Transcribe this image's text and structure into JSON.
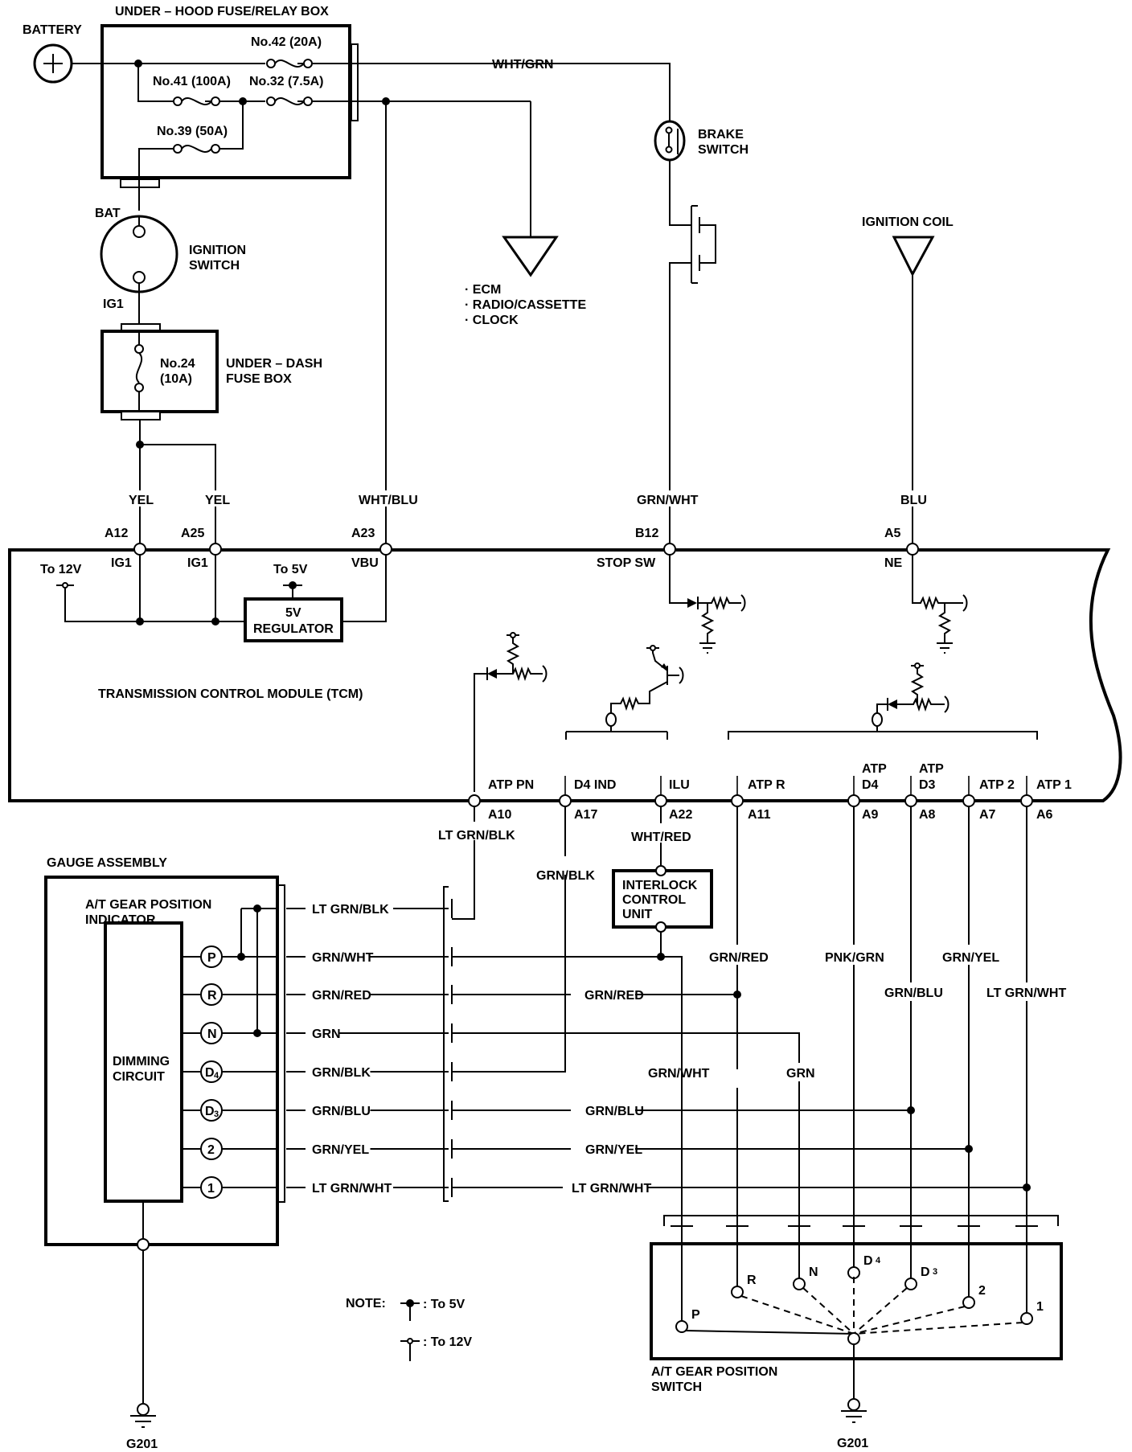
{
  "diagram": {
    "type": "wiring-schematic",
    "title": "A/T Gear Position Indicator Circuit"
  },
  "components": {
    "battery": "BATTERY",
    "underhood_box": "UNDER – HOOD FUSE/RELAY BOX",
    "fuses": {
      "no42": "No.42 (20A)",
      "no41": "No.41 (100A)",
      "no32": "No.32 (7.5A)",
      "no39": "No.39 (50A)"
    },
    "ignition_switch": {
      "line1": "IGNITION",
      "line2": "SWITCH",
      "bat": "BAT",
      "ig1": "IG1"
    },
    "underdash_box": {
      "line1": "UNDER – DASH",
      "line2": "FUSE BOX",
      "fuse_line1": "No.24",
      "fuse_line2": "(10A)"
    },
    "loads": [
      "· ECM",
      "· RADIO/CASSETTE",
      "· CLOCK"
    ],
    "brake_switch": {
      "line1": "BRAKE",
      "line2": "SWITCH"
    },
    "ignition_coil": "IGNITION COIL",
    "tcm": "TRANSMISSION CONTROL MODULE (TCM)",
    "regulator": {
      "line1": "5V",
      "line2": "REGULATOR"
    },
    "to_12v": "To 12V",
    "to_5v": "To 5V",
    "interlock": {
      "line1": "INTERLOCK",
      "line2": "CONTROL",
      "line3": "UNIT"
    },
    "gauge_assembly": "GAUGE ASSEMBLY",
    "indicator": {
      "line1": "A/T GEAR POSITION",
      "line2": "INDICATOR"
    },
    "dimming": {
      "line1": "DIMMING",
      "line2": "CIRCUIT"
    },
    "gear_switch": {
      "line1": "A/T GEAR POSITION",
      "line2": "SWITCH"
    },
    "ground_left": "G201",
    "ground_right": "G201"
  },
  "wires": {
    "wht_grn": "WHT/GRN",
    "yel1": "YEL",
    "yel2": "YEL",
    "wht_blu": "WHT/BLU",
    "grn_wht_top": "GRN/WHT",
    "blu": "BLU",
    "lt_grn_blk_top": "LT GRN/BLK",
    "grn_blk_top": "GRN/BLK",
    "wht_red": "WHT/RED",
    "grn_red_v": "GRN/RED",
    "pnk_grn": "PNK/GRN",
    "grn_yel_v": "GRN/YEL",
    "grn_blu_v": "GRN/BLU",
    "lt_grn_wht_v": "LT GRN/WHT",
    "grn_red_h": "GRN/RED",
    "grn_wht_v": "GRN/WHT",
    "grn_v": "GRN",
    "grn_blu_h": "GRN/BLU",
    "grn_yel_h": "GRN/YEL",
    "lt_grn_wht_h": "LT GRN/WHT"
  },
  "tcm_pins_top": [
    {
      "pin": "A12",
      "func": "IG1",
      "wire": "YEL"
    },
    {
      "pin": "A25",
      "func": "IG1",
      "wire": "YEL"
    },
    {
      "pin": "A23",
      "func": "VBU",
      "wire": "WHT/BLU"
    },
    {
      "pin": "B12",
      "func": "STOP SW",
      "wire": "GRN/WHT"
    },
    {
      "pin": "A5",
      "func": "NE",
      "wire": "BLU"
    }
  ],
  "tcm_pins_bottom": [
    {
      "pin": "A10",
      "func": "ATP PN"
    },
    {
      "pin": "A17",
      "func": "D4 IND"
    },
    {
      "pin": "A22",
      "func": "ILU"
    },
    {
      "pin": "A11",
      "func": "ATP R"
    },
    {
      "pin": "A9",
      "func_l1": "ATP",
      "func_l2": "D4"
    },
    {
      "pin": "A8",
      "func_l1": "ATP",
      "func_l2": "D3"
    },
    {
      "pin": "A7",
      "func": "ATP 2"
    },
    {
      "pin": "A6",
      "func": "ATP 1"
    }
  ],
  "indicator_lamps": [
    {
      "label": "P",
      "sub": "",
      "wire": "LT GRN/BLK"
    },
    {
      "label": "P",
      "sub": "",
      "wire": "GRN/WHT"
    },
    {
      "label": "R",
      "sub": "",
      "wire": "GRN/RED"
    },
    {
      "label": "N",
      "sub": "",
      "wire": "GRN"
    },
    {
      "label": "D",
      "sub": "4",
      "wire": "GRN/BLK"
    },
    {
      "label": "D",
      "sub": "3",
      "wire": "GRN/BLU"
    },
    {
      "label": "2",
      "sub": "",
      "wire": "GRN/YEL"
    },
    {
      "label": "1",
      "sub": "",
      "wire": "LT GRN/WHT"
    }
  ],
  "switch_positions": [
    {
      "label": "P",
      "sub": ""
    },
    {
      "label": "R",
      "sub": ""
    },
    {
      "label": "N",
      "sub": ""
    },
    {
      "label": "D",
      "sub": "4"
    },
    {
      "label": "D",
      "sub": "3"
    },
    {
      "label": "2",
      "sub": ""
    },
    {
      "label": "1",
      "sub": ""
    }
  ],
  "note": {
    "label": "NOTE:",
    "to5v": ": To 5V",
    "to12v": ": To 12V"
  }
}
